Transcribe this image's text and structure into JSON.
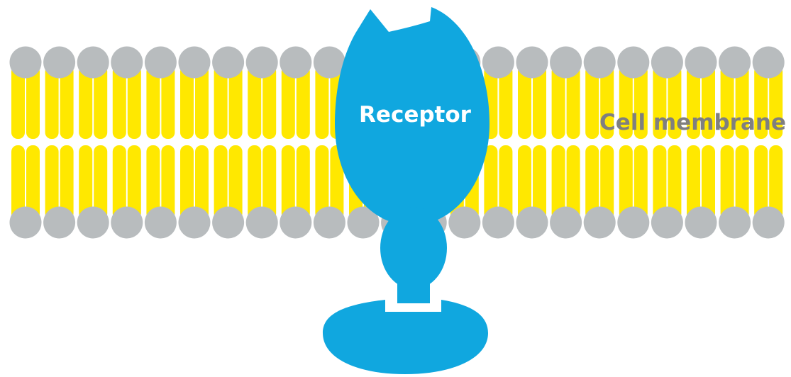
{
  "labels": {
    "receptor": "Receptor",
    "membrane": "Cell membrane"
  },
  "colors": {
    "background": "#ffffff",
    "lipid_head": "#b8bcbe",
    "lipid_tail": "#ffe800",
    "tail_gap": "#ffffff",
    "receptor": "#10a7df",
    "receptor_label": "#ffffff",
    "membrane_label": "#7f7f7f"
  },
  "membrane": {
    "lipids_per_leaflet": 23
  },
  "icons": {
    "lipid_head": "circle",
    "lipid_tail": "double-rounded-bar",
    "receptor": "membrane-receptor-protein"
  }
}
